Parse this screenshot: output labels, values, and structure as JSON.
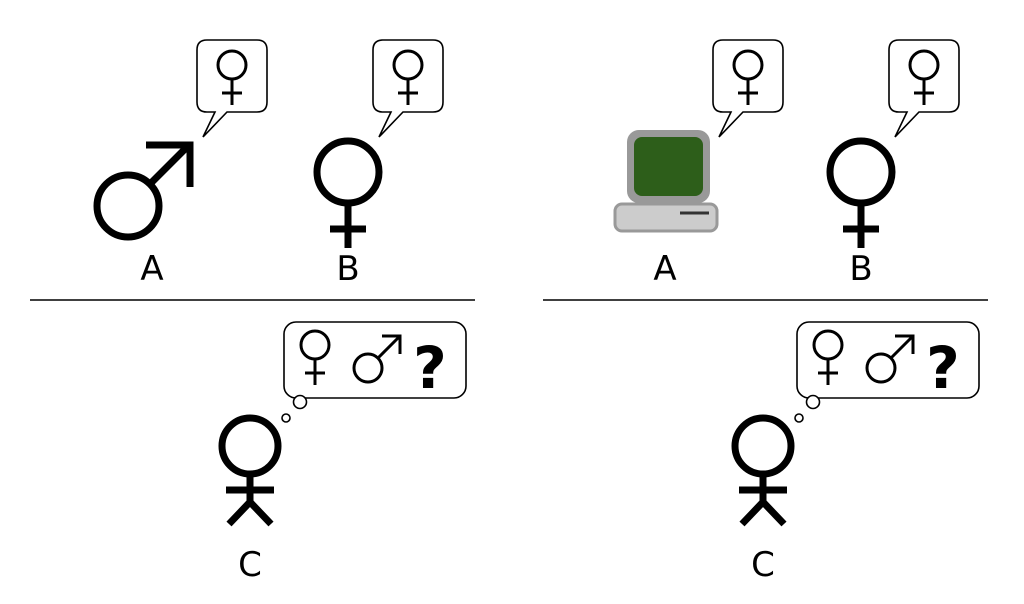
{
  "left_panel": {
    "label_a": "A",
    "label_b": "B",
    "label_c": "C",
    "question_mark": "?"
  },
  "right_panel": {
    "label_a": "A",
    "label_b": "B",
    "label_c": "C",
    "question_mark": "?"
  },
  "colors": {
    "screen": "#2d5e1a",
    "computer_frame": "#999999",
    "computer_base": "#cccccc"
  }
}
